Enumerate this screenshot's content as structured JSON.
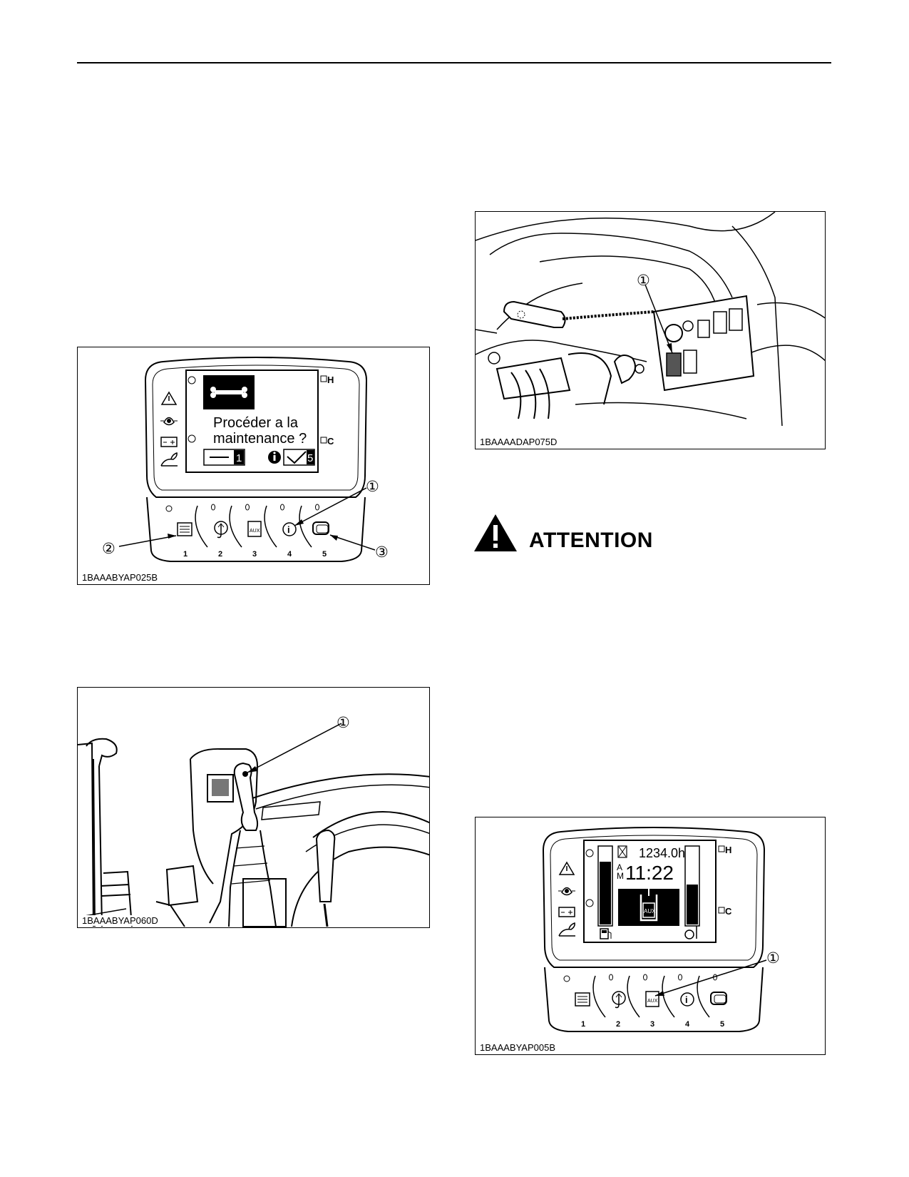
{
  "figures": {
    "display_maintenance": {
      "code": "1BAAABYAP025B",
      "message_line1": "Procéder a la",
      "message_line2": "maintenance ?",
      "key_minus": "1",
      "key_check": "5",
      "gauge_high": "H",
      "gauge_cold": "C",
      "button_numbers": [
        "1",
        "2",
        "3",
        "4",
        "5"
      ],
      "aux_label": "AUX",
      "callouts": [
        "①",
        "②",
        "③"
      ]
    },
    "joystick": {
      "code": "1BAAABYAP060D",
      "callout": "①"
    },
    "switch_panel": {
      "code": "1BAAAADAP075D",
      "callout": "①"
    },
    "display_aux": {
      "code": "1BAAABYAP005B",
      "hours": "1234.0h",
      "am_a": "A",
      "am_m": "M",
      "time": "11:22",
      "aux_label": "AUX",
      "gauge_high": "H",
      "gauge_cold": "C",
      "button_numbers": [
        "1",
        "2",
        "3",
        "4",
        "5"
      ],
      "callout": "①"
    }
  },
  "attention": {
    "label": "ATTENTION",
    "icon": "warning-triangle-icon"
  }
}
